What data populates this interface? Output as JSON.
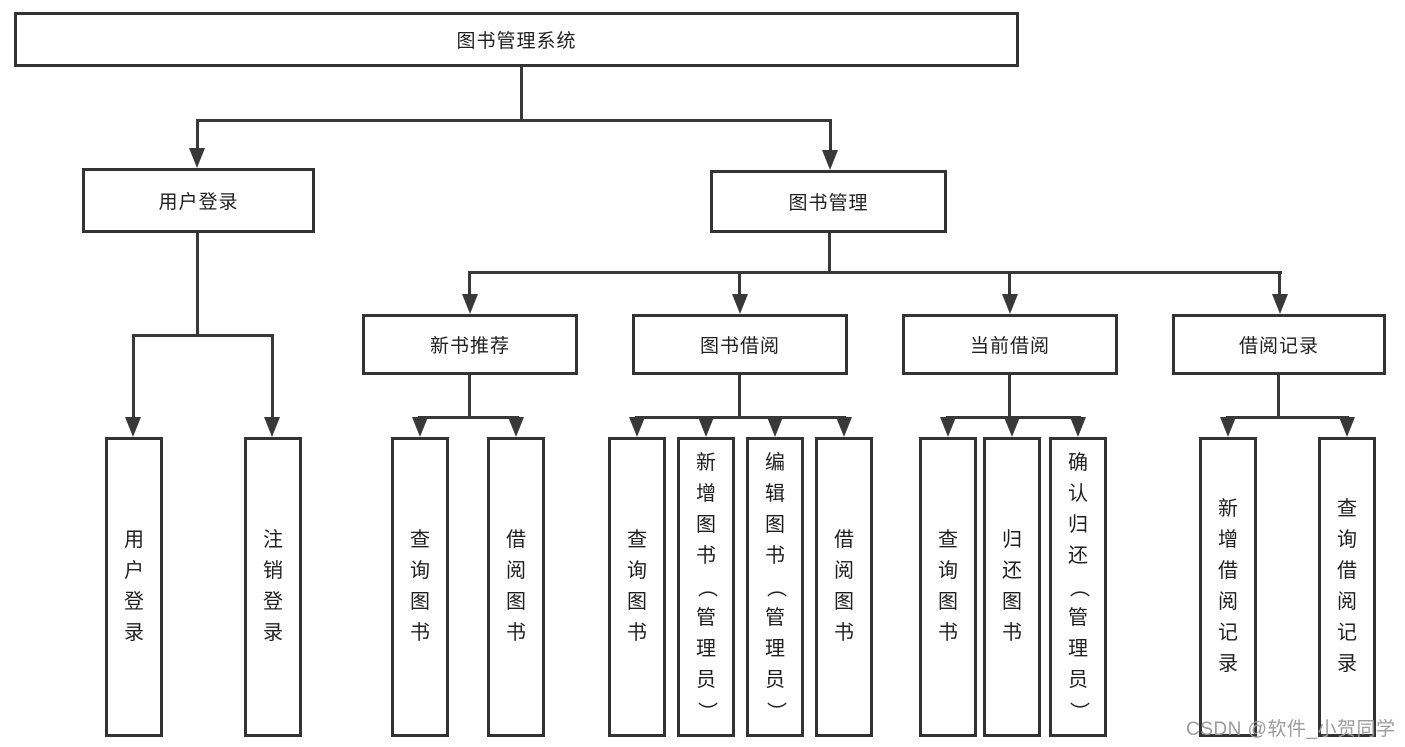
{
  "diagram_title": "图书管理系统",
  "tree": {
    "root": "图书管理系统",
    "children": [
      {
        "label": "用户登录",
        "leaves": [
          "用户登录",
          "注销登录"
        ]
      },
      {
        "label": "图书管理",
        "children": [
          {
            "label": "新书推荐",
            "leaves": [
              "查询图书",
              "借阅图书"
            ]
          },
          {
            "label": "图书借阅",
            "leaves": [
              "查询图书",
              "新增图书（管理员）",
              "编辑图书（管理员）",
              "借阅图书"
            ]
          },
          {
            "label": "当前借阅",
            "leaves": [
              "查询图书",
              "归还图书",
              "确认归还（管理员）"
            ]
          },
          {
            "label": "借阅记录",
            "leaves": [
              "新增借阅记录",
              "查询借阅记录"
            ]
          }
        ]
      }
    ]
  },
  "watermark": "CSDN @软件_小贺同学",
  "colors": {
    "line": "#383838",
    "box_border": "#333333",
    "text": "#1f1f1f",
    "watermark": "#9c9c9c",
    "background": "#ffffff"
  }
}
